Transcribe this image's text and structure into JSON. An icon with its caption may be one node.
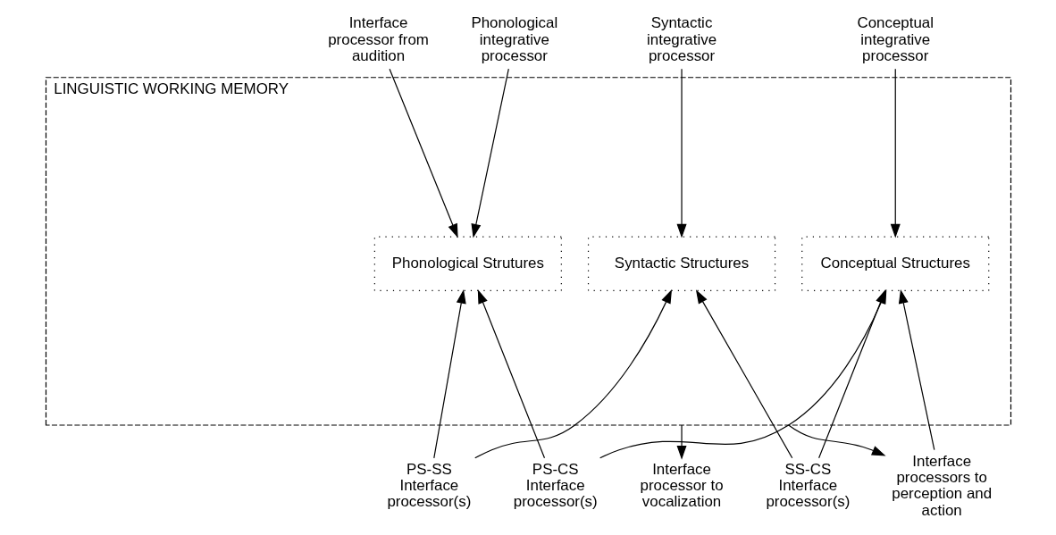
{
  "diagram": {
    "nodes": [
      {
        "text": [
          "LINGUISTIC WORKING MEMORY"
        ]
      },
      {
        "text": [
          "Phonological Strutures"
        ],
        "in": 0
      },
      {
        "text": [
          "Syntactic Structures"
        ],
        "in": 0
      },
      {
        "text": [
          "Conceptual Structures"
        ],
        "in": 0
      },
      {
        "text": [
          "Interface processor from audition"
        ]
      },
      {
        "text": [
          "Phonological integrative processor"
        ]
      },
      {
        "text": [
          "Syntactic integrative processor"
        ]
      },
      {
        "text": [
          "Conceptual integrative processor"
        ]
      },
      {
        "text": [
          "Interface processors to perception and action"
        ]
      },
      {
        "text": [
          "Interface processor to vocalization"
        ]
      },
      {
        "text": [
          "PS-SS Interface processor(s)"
        ]
      },
      {
        "text": [
          "SS-CS Interface processor(s)"
        ]
      },
      {
        "text": [
          "PS-CS Interface processor(s)"
        ]
      }
    ],
    "edges": [
      {
        "from": 4,
        "to": 1,
        "arrow": "to"
      },
      {
        "from": 5,
        "to": 1,
        "arrow": "to"
      },
      {
        "from": 6,
        "to": 2,
        "arrow": "to"
      },
      {
        "from": 7,
        "to": 3,
        "arrow": "to"
      },
      {
        "from": 8,
        "to": 3,
        "arrow": "to"
      },
      {
        "from": 0,
        "to": 8,
        "arrow": "to"
      },
      {
        "from": 0,
        "to": 9,
        "arrow": "to"
      },
      {
        "from": 10,
        "to": 1,
        "arrow": "to"
      },
      {
        "from": 10,
        "to": 2,
        "arrow": "to"
      },
      {
        "from": 11,
        "to": 2,
        "arrow": "to"
      },
      {
        "from": 11,
        "to": 3,
        "arrow": "to"
      },
      {
        "from": 12,
        "to": 1,
        "arrow": "to"
      },
      {
        "from": 12,
        "to": 3,
        "arrow": "to"
      }
    ]
  }
}
